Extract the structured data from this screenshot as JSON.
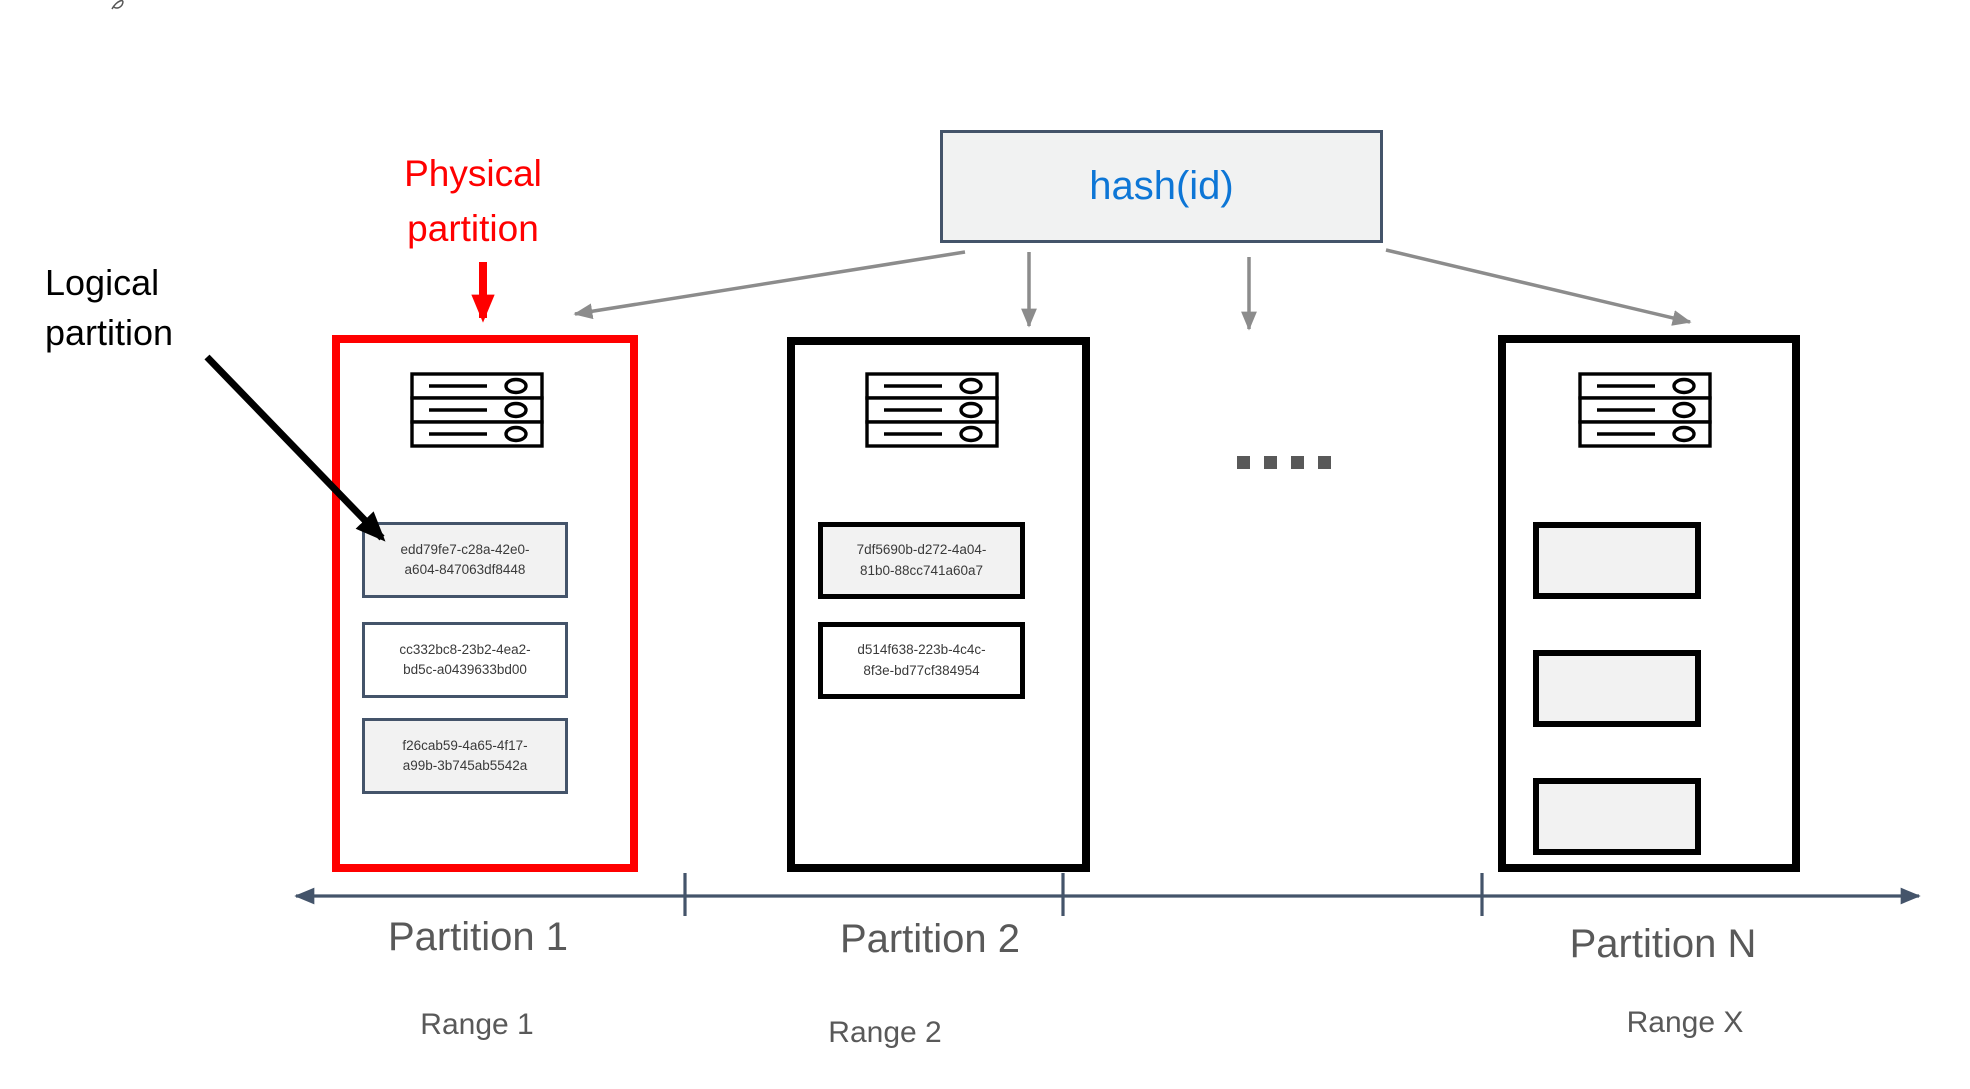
{
  "diagram": {
    "hash_box": {
      "label": "hash(id)",
      "text_color": "#0d76d6",
      "fill": "#f1f2f2",
      "border_color": "#44546a"
    },
    "callouts": {
      "physical_partition": {
        "text": "Physical\npartition",
        "color": "#ff0000"
      },
      "logical_partition": {
        "text": "Logical\npartition",
        "color": "#000000"
      }
    },
    "ellipsis": {
      "icon": "dots-icon",
      "count": 4,
      "color": "#595959"
    },
    "partitions": [
      {
        "name": "Partition 1",
        "range": "Range 1",
        "border_color": "#ff0000",
        "server_icon": "server-stack-icon",
        "logical_partitions": [
          {
            "id": "edd79fe7-c28a-42e0-\na604-847063df8448",
            "fill": "#f2f2f2"
          },
          {
            "id": "cc332bc8-23b2-4ea2-\nbd5c-a0439633bd00",
            "fill": "#ffffff"
          },
          {
            "id": "f26cab59-4a65-4f17-\na99b-3b745ab5542a",
            "fill": "#f2f2f2"
          }
        ]
      },
      {
        "name": "Partition 2",
        "range": "Range 2",
        "border_color": "#000000",
        "server_icon": "server-stack-icon",
        "logical_partitions": [
          {
            "id": "7df5690b-d272-4a04-\n81b0-88cc741a60a7",
            "fill": "#f2f2f2"
          },
          {
            "id": "d514f638-223b-4c4c-\n8f3e-bd77cf384954",
            "fill": "#ffffff"
          }
        ]
      },
      {
        "name": "Partition N",
        "range": "Range X",
        "border_color": "#000000",
        "server_icon": "server-stack-icon",
        "logical_partitions": [
          {
            "id": "",
            "fill": "#f2f2f2"
          },
          {
            "id": "",
            "fill": "#f2f2f2"
          },
          {
            "id": "",
            "fill": "#f2f2f2"
          }
        ]
      }
    ],
    "colors": {
      "arrow_gray": "#8c8c8c",
      "axis": "#44546a",
      "label_gray": "#595959"
    }
  }
}
